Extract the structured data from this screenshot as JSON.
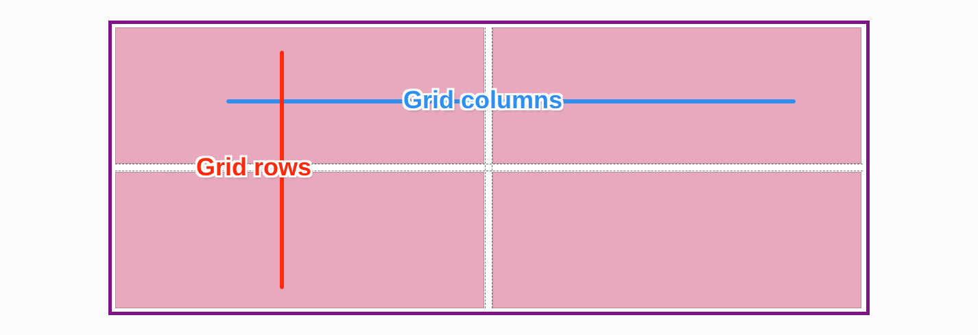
{
  "annotations": {
    "columns_label": "Grid columns",
    "rows_label": "Grid rows"
  },
  "colors": {
    "container_border": "#7f1487",
    "cell_fill": "#e8a9be",
    "columns_accent": "#2e8ff0",
    "rows_accent": "#ff2a0d"
  },
  "grid": {
    "rows": 2,
    "columns": 2
  }
}
